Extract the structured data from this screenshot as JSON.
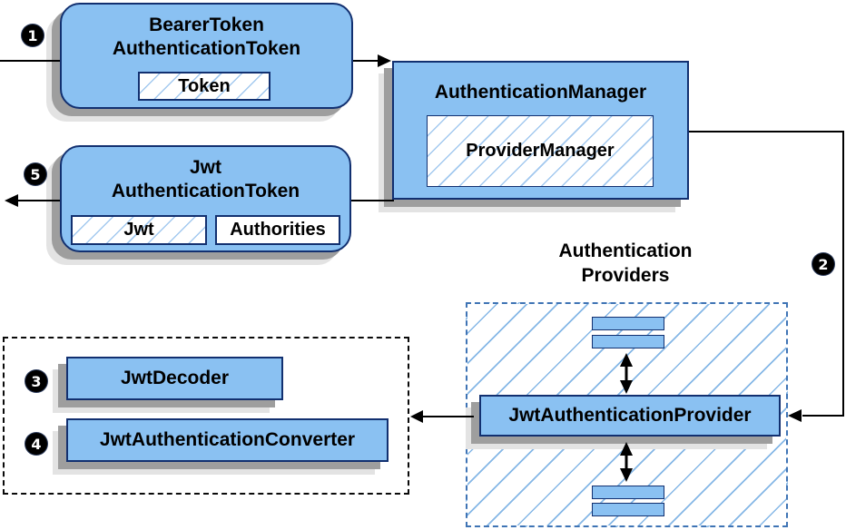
{
  "diagram": {
    "steps": {
      "s1": "1",
      "s2": "2",
      "s3": "3",
      "s4": "4",
      "s5": "5"
    },
    "bearer_box": {
      "title_line1": "BearerToken",
      "title_line2": "AuthenticationToken",
      "token_chip": "Token"
    },
    "auth_manager_box": {
      "title": "AuthenticationManager",
      "provider_chip": "ProviderManager"
    },
    "jwt_box": {
      "title_line1": "Jwt",
      "title_line2": "AuthenticationToken",
      "jwt_chip": "Jwt",
      "authorities_chip": "Authorities"
    },
    "providers_group": {
      "title_line1": "Authentication",
      "title_line2": "Providers",
      "provider_box": "JwtAuthenticationProvider"
    },
    "support_group": {
      "decoder_box": "JwtDecoder",
      "converter_box": "JwtAuthenticationConverter"
    }
  },
  "colors": {
    "node_fill": "#8AC1F2",
    "node_border": "#123070",
    "chip_hatch_line": "#A3C9EF",
    "group_hatch_line": "#85B7E6",
    "group_dash_border": "#3F74B5",
    "support_dash_border": "#0A0A0A",
    "shadow_dark": "#9E9E9E",
    "shadow_light": "#E3E3E3",
    "arrow": "#000000",
    "badge_bg": "#000000",
    "badge_text": "#FFFFFF"
  }
}
